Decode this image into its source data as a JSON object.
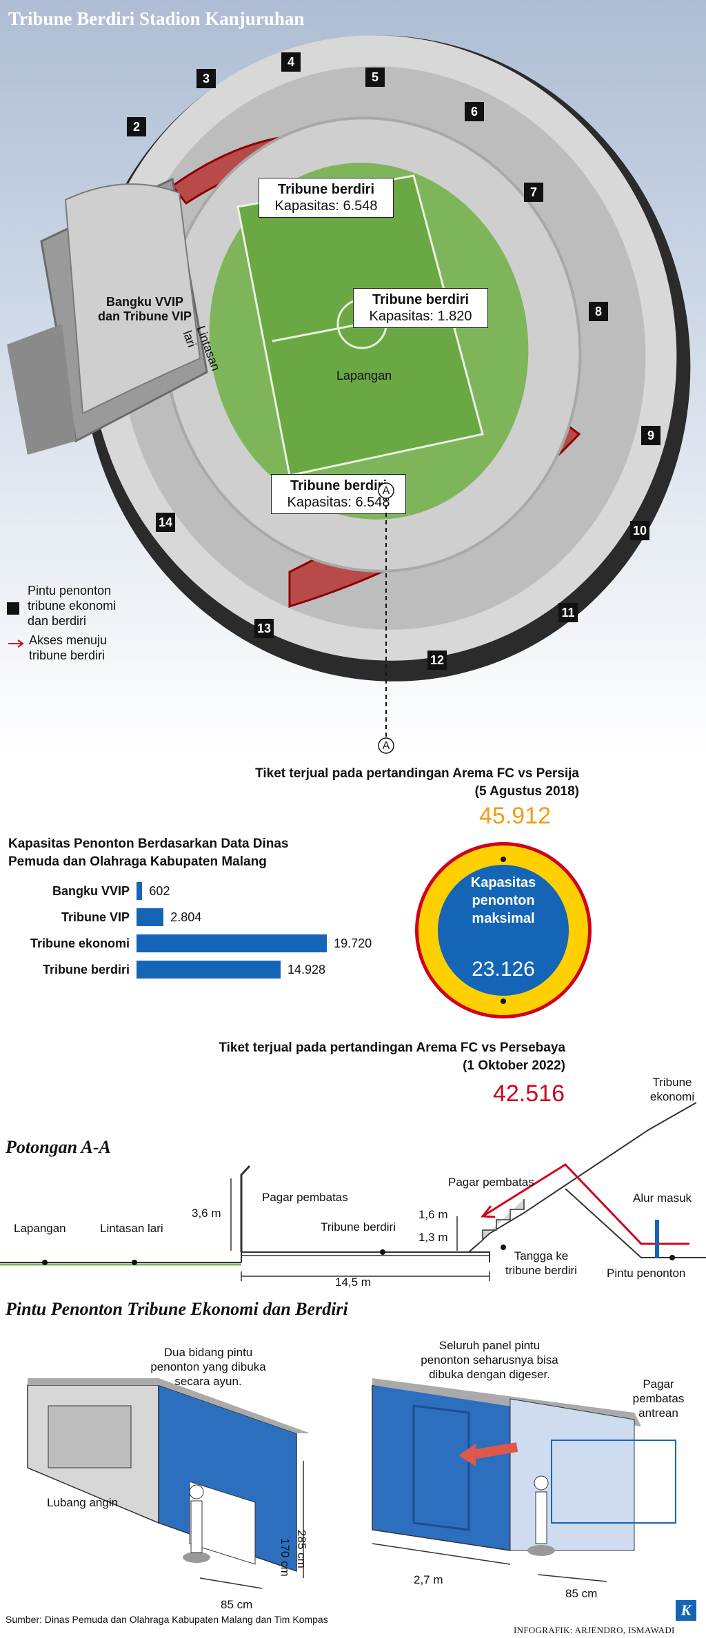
{
  "title": "Tribune Berdiri Stadion Kanjuruhan",
  "map": {
    "gate_numbers": [
      "2",
      "3",
      "4",
      "5",
      "6",
      "7",
      "8",
      "9",
      "10",
      "11",
      "12",
      "13",
      "14"
    ],
    "callouts": [
      {
        "title": "Tribune berdiri",
        "capacity": "Kapasitas: 6.548"
      },
      {
        "title": "Tribune berdiri",
        "capacity": "Kapasitas: 1.820"
      },
      {
        "title": "Tribune berdiri",
        "capacity": "Kapasitas: 6.548"
      }
    ],
    "vip_label": "Bangku VVIP dan Tribune VIP",
    "track_label": "Lintasan lari",
    "field_label": "Lapangan",
    "section_marker": "A"
  },
  "legend": {
    "gate_text": "Pintu penonton tribune ekonomi dan berdiri",
    "access_text": "Akses menuju tribune berdiri"
  },
  "tickets": {
    "persija_title": "Tiket terjual pada pertandingan Arema FC vs Persija",
    "persija_date": "(5 Agustus 2018)",
    "persija_value": "45.912",
    "persebaya_title": "Tiket terjual pada pertandingan Arema FC vs Persebaya",
    "persebaya_date": "(1 Oktober 2022)",
    "persebaya_value": "42.516",
    "circle_label": "Kapasitas penonton maksimal",
    "circle_value": "23.126",
    "colors": {
      "orange": "#f39c12",
      "red": "#d0021b",
      "blue": "#1565b6",
      "yellow": "#ffd000"
    }
  },
  "chart_data": {
    "type": "bar",
    "title": "Kapasitas Penonton Berdasarkan Data Dinas Pemuda dan Olahraga Kabupaten Malang",
    "categories": [
      "Bangku VVIP",
      "Tribune VIP",
      "Tribune ekonomi",
      "Tribune berdiri"
    ],
    "values": [
      602,
      2804,
      19720,
      14928
    ],
    "value_labels": [
      "602",
      "2.804",
      "19.720",
      "14.928"
    ],
    "orientation": "horizontal",
    "color": "#1565b6",
    "xlim": [
      0,
      20000
    ]
  },
  "section": {
    "title": "Potongan A-A",
    "labels": {
      "field": "Lapangan",
      "track": "Lintasan lari",
      "fence": "Pagar pembatas",
      "fence2": "Pagar pembatas",
      "standing": "Tribune berdiri",
      "economy": "Tribune ekonomi",
      "entry": "Alur masuk",
      "gate": "Pintu penonton",
      "stairs": "Tangga ke tribune berdiri",
      "h1": "3,6 m",
      "h2": "1,6 m",
      "h3": "1,3 m",
      "width": "14,5 m"
    }
  },
  "gates": {
    "title": "Pintu Penonton Tribune Ekonomi dan Berdiri",
    "left": {
      "note": "Dua bidang pintu penonton yang dibuka secara ayun.",
      "vent": "Lubang angin",
      "width": "85 cm",
      "h_total": "285 cm",
      "h_door": "170 cm"
    },
    "right": {
      "note": "Seluruh panel pintu penonton seharusnya bisa dibuka dengan digeser.",
      "queue": "Pagar pembatas antrean",
      "width1": "2,7 m",
      "width2": "85 cm"
    }
  },
  "footer": {
    "source": "Sumber: Dinas Pemuda dan Olahraga Kabupaten Malang dan Tim Kompas",
    "credit": "INFOGRAFIK: ARJENDRO, ISMAWADI",
    "logo": "K"
  }
}
